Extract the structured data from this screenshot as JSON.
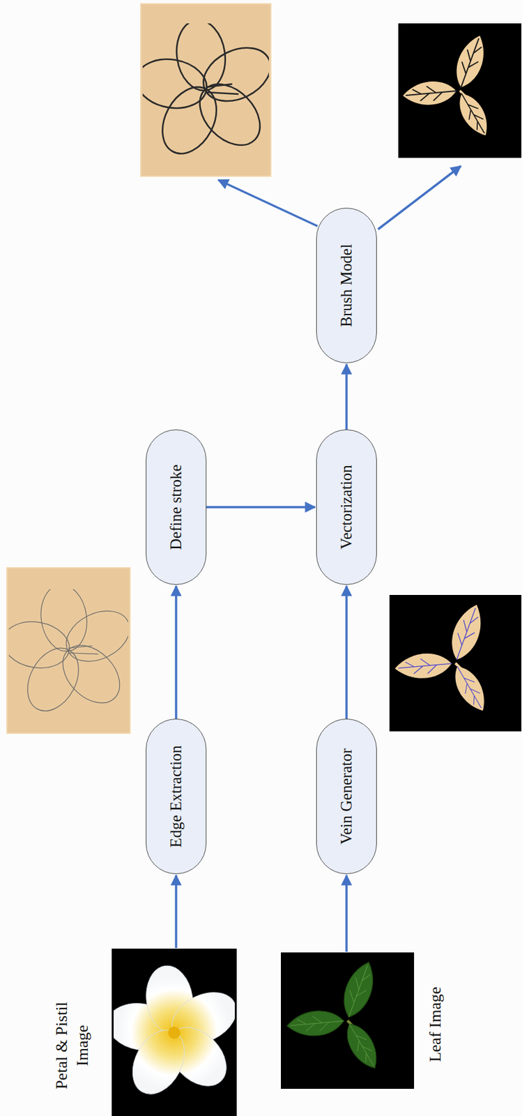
{
  "diagram": {
    "nodes": [
      {
        "text": [
          "Edge Extraction"
        ]
      },
      {
        "text": [
          "Define stroke"
        ]
      },
      {
        "text": [
          "Vein Generator"
        ]
      },
      {
        "text": [
          "Vectorization"
        ]
      },
      {
        "text": [
          "Brush Model"
        ]
      }
    ],
    "edges": [
      {
        "from": 0,
        "to": 1,
        "arrow": "to"
      },
      {
        "from": 1,
        "to": 3,
        "arrow": "to"
      },
      {
        "from": 2,
        "to": 3,
        "arrow": "to"
      },
      {
        "from": 3,
        "to": 4,
        "arrow": "to"
      }
    ],
    "labels": [
      "Petal & Pistil Image",
      "Leaf Image"
    ]
  }
}
